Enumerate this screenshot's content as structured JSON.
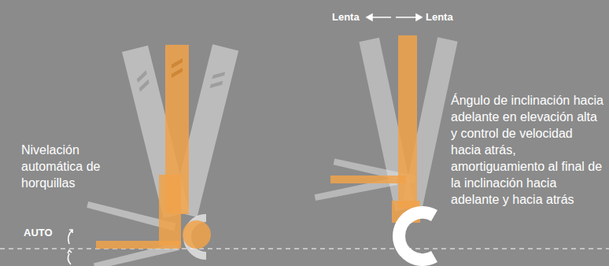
{
  "diagram": {
    "labels": [
      "Nivelación automática de horquillas",
      "AUTO",
      "Lenta",
      "Lenta",
      "Ángulo de inclinación hacia adelante en elevación alta y control de velocidad hacia atrás, amortiguamiento al final de la inclinación hacia adelante y hacia atrás"
    ]
  }
}
